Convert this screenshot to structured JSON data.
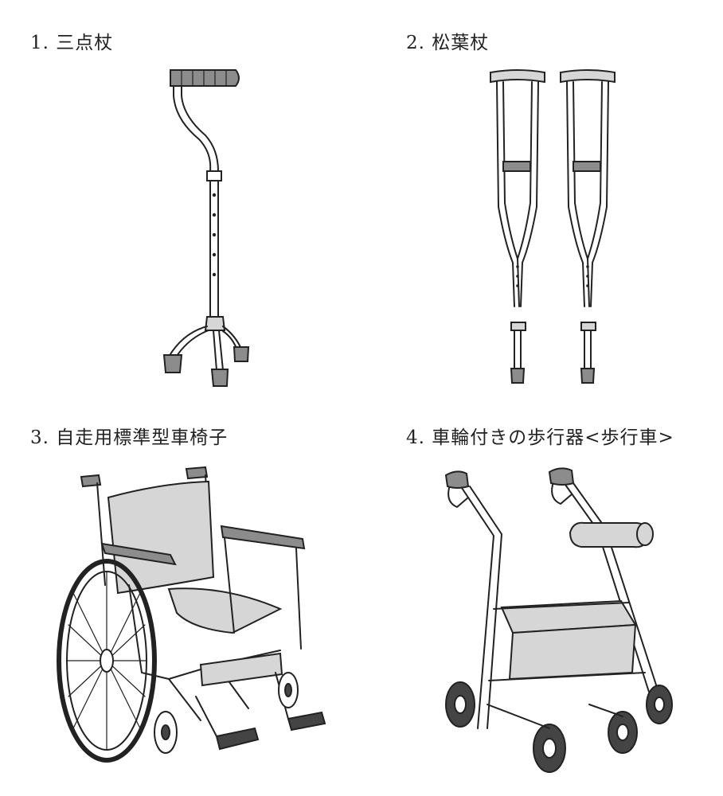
{
  "figures": [
    {
      "number": "1.",
      "label": "三点杖",
      "icon": "quad-cane-icon"
    },
    {
      "number": "2.",
      "label": "松葉杖",
      "icon": "crutches-icon"
    },
    {
      "number": "3.",
      "label": "自走用標準型車椅子",
      "icon": "wheelchair-icon"
    },
    {
      "number": "4.",
      "label": "車輪付きの歩行器<歩行車>",
      "icon": "rollator-walker-icon"
    }
  ],
  "colors": {
    "line": "#222222",
    "shade": "#8c8c8c",
    "light_fill": "#d6d6d6",
    "background": "#ffffff"
  }
}
